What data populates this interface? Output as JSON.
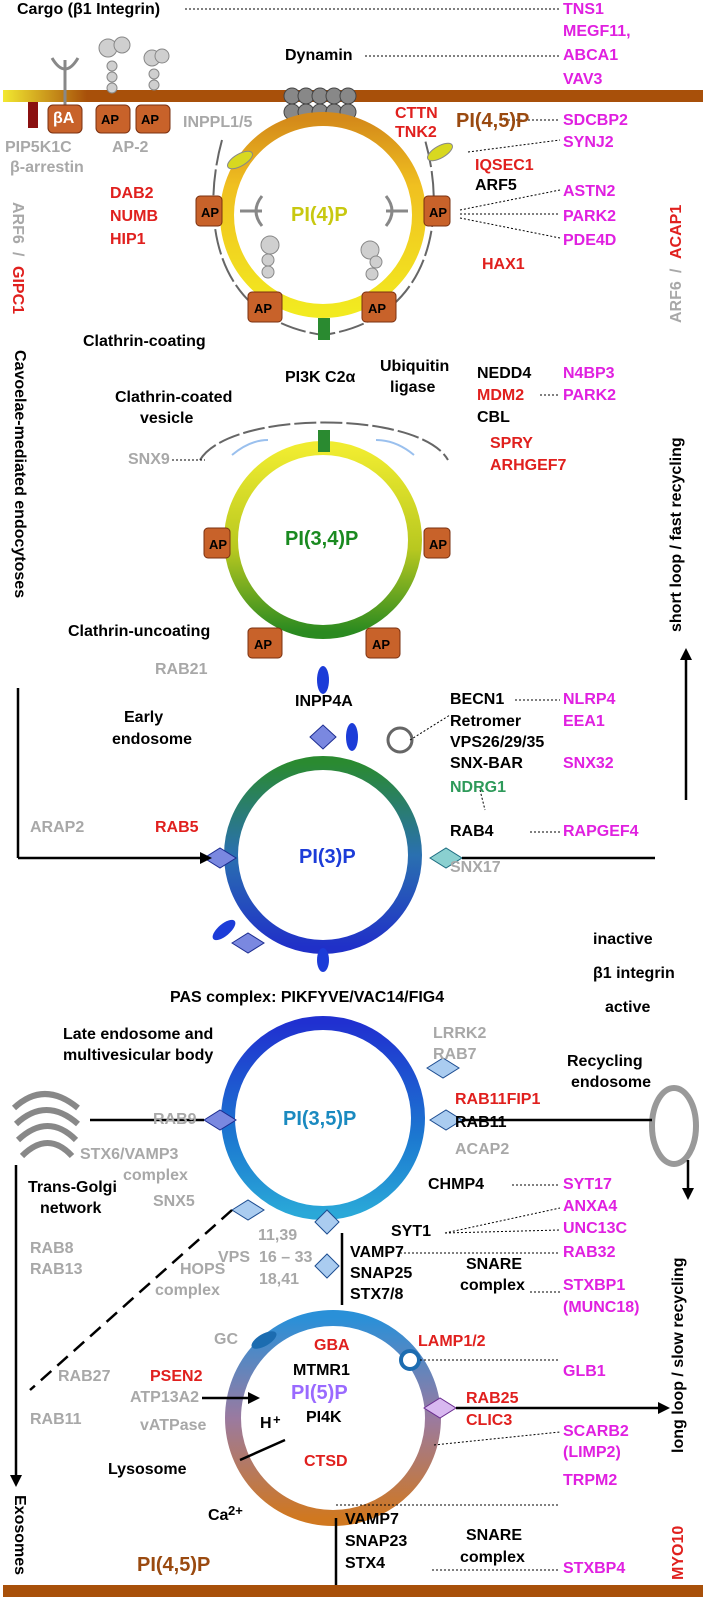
{
  "membrane": {
    "top_label": "Cargo (β1 Integrin)",
    "ba": "βA",
    "ap": "AP",
    "pip5k1c": "PIP5K1C",
    "barrestin": "β-arrestin",
    "ap2": "AP-2",
    "inppl": "INPPL1/5",
    "dynamin": "Dynamin",
    "cttn": "CTTN",
    "tnk2": "TNK2",
    "pi45_top": "PI(4,5)P",
    "pi45_bottom": "PI(4,5)P"
  },
  "right_top": [
    "TNS1",
    "MEGF11,",
    "ABCA1",
    "VAV3",
    "SDCBP2",
    "SYNJ2",
    "ASTN2",
    "PARK2",
    "PDE4D"
  ],
  "coat": {
    "iqsec1": "IQSEC1",
    "arf5": "ARF5",
    "hax1": "HAX1",
    "dab2": "DAB2",
    "numb": "NUMB",
    "hip1": "HIP1",
    "pi4p": "PI(4)P",
    "clathrin_coating": "Clathrin-coating",
    "pi3k": "PI3K C2α"
  },
  "vertical": {
    "arf6_left": "ARF6",
    "gipc1": "GIPC1",
    "cav": "Cavoelae-mediated endocytoses",
    "arf6_right": "ARF6",
    "acap1": "ACAP1",
    "short_loop": "short loop / fast recycling",
    "long_loop": "long loop / slow recycling",
    "myo10": "MYO10",
    "exosomes": "Exosomes",
    "slash": "/"
  },
  "vesicle": {
    "ccv1": "Clathrin-coated",
    "ccv2": "vesicle",
    "snx9": "SNX9",
    "ub1": "Ubiquitin",
    "ub2": "ligase",
    "nedd4": "NEDD4",
    "mdm2": "MDM2",
    "cbl": "CBL",
    "spry": "SPRY",
    "arhgef7": "ARHGEF7",
    "n4bp3": "N4BP3",
    "park2b": "PARK2",
    "pi34p": "PI(3,4)P",
    "uncoating": "Clathrin-uncoating",
    "rab21": "RAB21",
    "inpp4a": "INPP4A"
  },
  "early": {
    "early1": "Early",
    "early2": "endosome",
    "becn1": "BECN1",
    "nlrp4": "NLRP4",
    "retromer": "Retromer",
    "eea1": "EEA1",
    "vps": "VPS26/29/35",
    "snxbar": "SNX-BAR",
    "snx32": "SNX32",
    "ndrg1": "NDRG1",
    "rab4": "RAB4",
    "rapgef4": "RAPGEF4",
    "snx17": "SNX17",
    "arap2": "ARAP2",
    "rab5": "RAB5",
    "pi3p": "PI(3)P",
    "inactive": "inactive",
    "b1": "β1 integrin",
    "active": "active",
    "pas": "PAS complex: PIKFYVE/VAC14/FIG4"
  },
  "late": {
    "late1": "Late endosome and",
    "late2": "multivesicular body",
    "lrrk2": "LRRK2",
    "rab7": "RAB7",
    "recyc1": "Recycling",
    "recyc2": "endosome",
    "rab9": "RAB9",
    "rab11fip1": "RAB11FIP1",
    "rab11": "RAB11",
    "stx6": "STX6/VAMP3",
    "complex": "complex",
    "acap2": "ACAP2",
    "pi35p": "PI(3,5)P",
    "tgn1": "Trans-Golgi",
    "tgn2": "network",
    "snx5": "SNX5",
    "chmp4": "CHMP4",
    "syt17": "SYT17",
    "anxa4": "ANXA4",
    "syt1": "SYT1",
    "unc13c": "UNC13C",
    "rab8": "RAB8",
    "rab13": "RAB13",
    "v1139": "11,39",
    "vps": "VPS",
    "v1633": "16 – 33",
    "v1841": "18,41",
    "hops": "HOPS",
    "hops2": "complex",
    "vamp7": "VAMP7",
    "snap25": "SNAP25",
    "stx78": "STX7/8",
    "snare": "SNARE",
    "snare2": "complex",
    "rab32": "RAB32",
    "stxbp1": "STXBP1",
    "munc18": "(MUNC18)"
  },
  "lyso": {
    "gc": "GC",
    "gba": "GBA",
    "lamp": "LAMP1/2",
    "glb1": "GLB1",
    "rab27": "RAB27",
    "psen2": "PSEN2",
    "atp13a2": "ATP13A2",
    "vatpase": "vATPase",
    "rab11b": "RAB11",
    "mtmr1": "MTMR1",
    "pi5p": "PI(5)P",
    "pi4k": "PI4K",
    "h": "H",
    "hplus": "+",
    "rab25": "RAB25",
    "clic3": "CLIC3",
    "scarb2": "SCARB2",
    "limp2": "(LIMP2)",
    "lysosome": "Lysosome",
    "ctsd": "CTSD",
    "trpm2": "TRPM2",
    "ca": "Ca",
    "ca2": "2+",
    "vamp7b": "VAMP7",
    "snap23": "SNAP23",
    "stx4": "STX4",
    "snareb": "SNARE",
    "snareb2": "complex",
    "stxbp4": "STXBP4"
  }
}
